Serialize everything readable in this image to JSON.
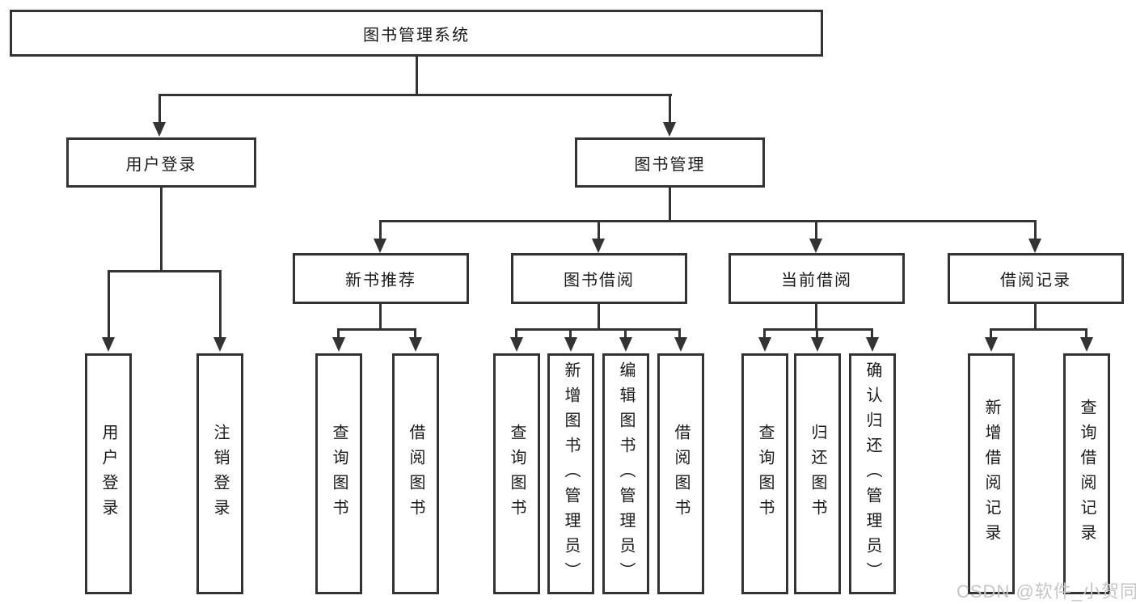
{
  "diagram": {
    "title": "图书管理系统",
    "root": {
      "label": "图书管理系统"
    },
    "branches": [
      {
        "label": "用户登录",
        "children": [
          {
            "label": "用户登录"
          },
          {
            "label": "注销登录"
          }
        ]
      },
      {
        "label": "图书管理",
        "children": [
          {
            "label": "新书推荐",
            "children": [
              {
                "label": "查询图书"
              },
              {
                "label": "借阅图书"
              }
            ]
          },
          {
            "label": "图书借阅",
            "children": [
              {
                "label": "查询图书"
              },
              {
                "label": "新增图书（管理员）"
              },
              {
                "label": "编辑图书（管理员）"
              },
              {
                "label": "借阅图书"
              }
            ]
          },
          {
            "label": "当前借阅",
            "children": [
              {
                "label": "查询图书"
              },
              {
                "label": "归还图书"
              },
              {
                "label": "确认归还（管理员）"
              }
            ]
          },
          {
            "label": "借阅记录",
            "children": [
              {
                "label": "新增借阅记录"
              },
              {
                "label": "查询借阅记录"
              }
            ]
          }
        ]
      }
    ]
  },
  "watermark": {
    "text": "CSDN @软件_小贺同学"
  },
  "colors": {
    "line": "#333333",
    "text": "#1a1a1a",
    "watermark": "#c6c6c6",
    "background": "#ffffff"
  }
}
